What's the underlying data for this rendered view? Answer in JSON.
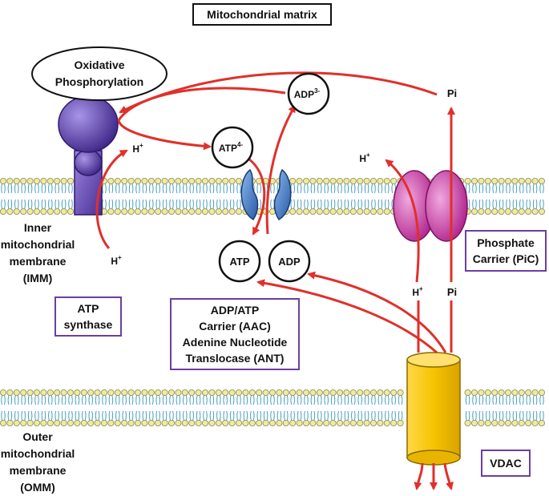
{
  "title": "Mitochondrial matrix",
  "labels": {
    "oxphos": "Oxidative Phosphorylation",
    "pi_top": "Pi",
    "pi_bottom": "Pi",
    "adp3": "ADP",
    "adp3_sup": "3-",
    "atp4": "ATP",
    "atp4_sup": "4-",
    "h_atpsynthase_top": "H",
    "h_atpsynthase_bottom": "H",
    "h_pic_top": "H",
    "h_pic_bottom": "H",
    "h_sup": "+",
    "atp_ims": "ATP",
    "adp_ims": "ADP"
  },
  "membranes": {
    "imm": [
      "Inner",
      "mitochondrial",
      "membrane",
      "(IMM)"
    ],
    "omm": [
      "Outer",
      "mitochondrial",
      "membrane",
      "(OMM)"
    ]
  },
  "boxes": {
    "atp_synthase": [
      "ATP",
      "synthase"
    ],
    "ant": [
      "ADP/ATP",
      "Carrier (AAC)",
      "Adenine Nucleotide",
      "Translocase (ANT)"
    ],
    "pic": [
      "Phosphate",
      "Carrier (PiC)"
    ],
    "vdac": [
      "VDAC"
    ]
  },
  "colors": {
    "arrow": "#e0302a",
    "box_border": "#6a3fa0",
    "atp_synthase": "#6b4fb0",
    "ant": "#4a78c0",
    "pic": "#d040a0",
    "vdac": "#f5c400",
    "lipid_head": "#f0eaa0",
    "lipid_tail": "#4a9fc0"
  }
}
